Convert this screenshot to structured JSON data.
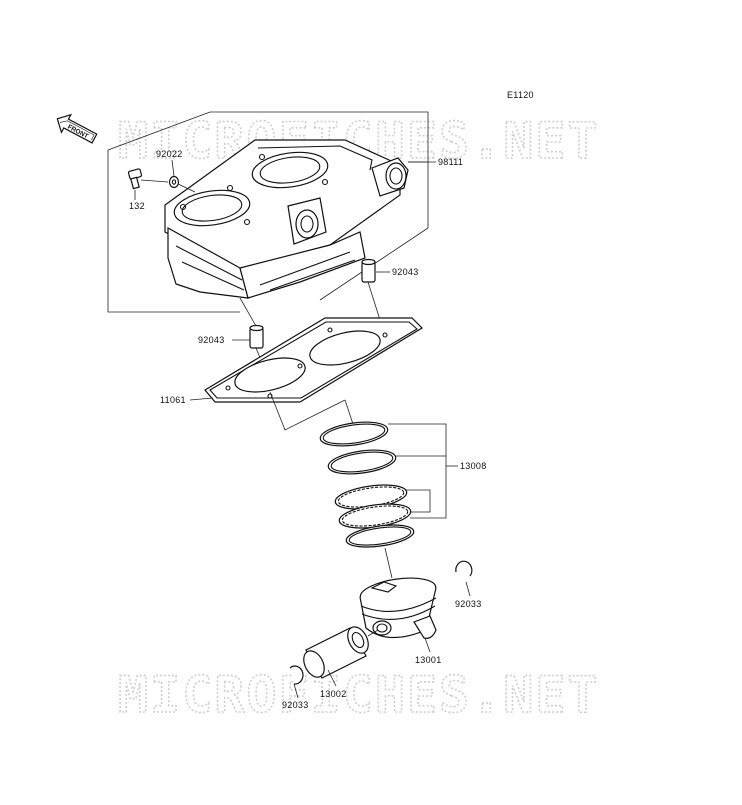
{
  "diagram": {
    "code": "E1120",
    "front_marker": "FRONT",
    "watermark": "MICROFICHES.NET",
    "callouts": {
      "cylinder_block": "98111",
      "gasket_washer": "92022",
      "bolt": "132",
      "dowel_upper": "92043",
      "dowel_lower": "92043",
      "head_gasket": "11061",
      "piston_ring_set": "13008",
      "circlip_right": "92033",
      "piston": "13001",
      "piston_pin": "13002",
      "circlip_left": "92033"
    }
  }
}
